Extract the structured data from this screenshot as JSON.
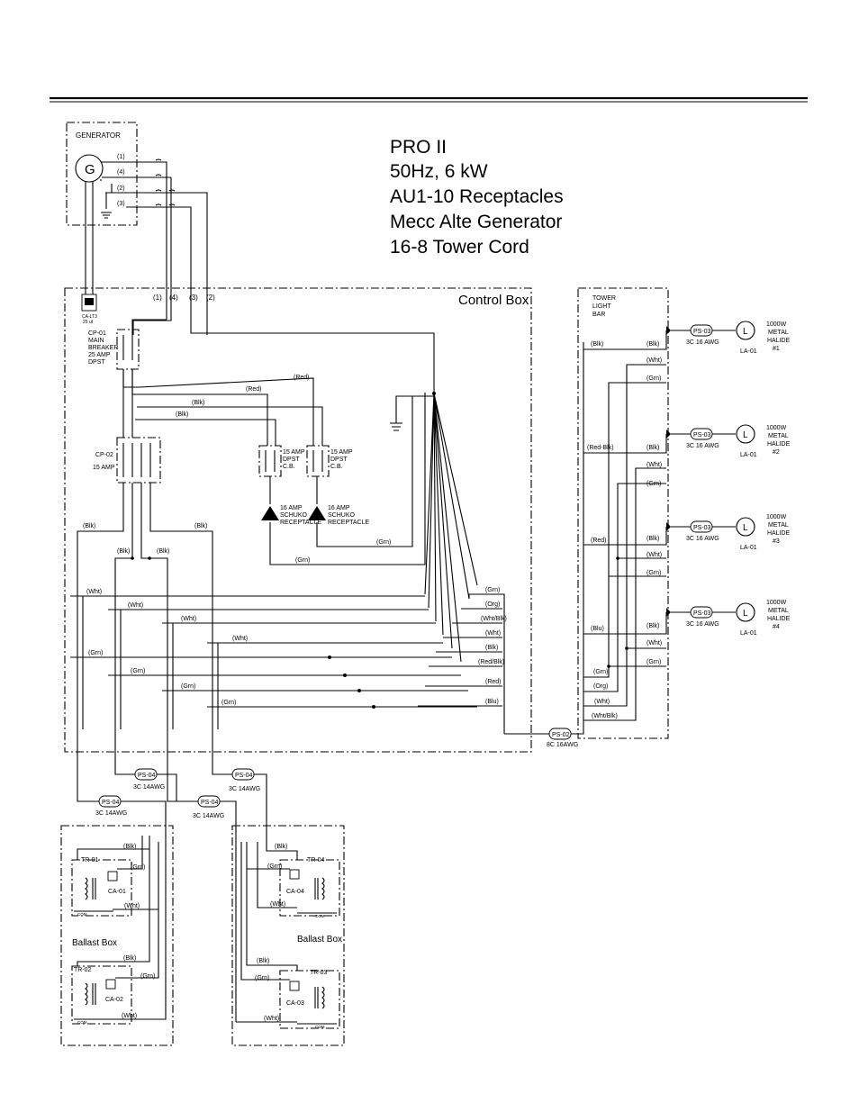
{
  "title_lines": [
    "PRO II",
    "50Hz, 6 kW",
    "AU1-10 Receptacles",
    "Mecc Alte Generator",
    "16-8 Tower Cord"
  ],
  "generator": {
    "label": "GENERATOR",
    "symbol": "G",
    "terminals": [
      "(1)",
      "(4)",
      "(2)",
      "(3)"
    ],
    "capacitor": "CA-LT3\n25 uf"
  },
  "control_box": {
    "label": "Control Box",
    "top_wire_labels": [
      "(1)",
      "(4)",
      "(3)",
      "(2)"
    ]
  },
  "main_breaker": {
    "id": "CP-01",
    "lines": [
      "MAIN",
      "BREAKER",
      "25 AMP",
      "DPST"
    ]
  },
  "breaker_cp02": {
    "id": "CP-02",
    "rating": "15 AMP"
  },
  "dpst_breakers": [
    {
      "lines": [
        "15 AMP",
        "DPST",
        "C.B."
      ]
    },
    {
      "lines": [
        "15 AMP",
        "DPST",
        "C.B."
      ]
    }
  ],
  "receptacles": [
    {
      "lines": [
        "16 AMP",
        "SCHUKO",
        "RECEPTACLE"
      ]
    },
    {
      "lines": [
        "16 AMP",
        "SCHUKO",
        "RECEPTACLE"
      ]
    }
  ],
  "wire_labels": {
    "red1": "(Red)",
    "red2": "(Red)",
    "blk1": "(Blk)",
    "blk2": "(Blk)",
    "grn_a": "(Grn)",
    "grn_b": "(Grn)",
    "cp02_blk_left": "(Blk)",
    "cp02_blk_right": "(Blk)",
    "cp02_blk_l2": "(Blk)",
    "cp02_blk_r2": "(Blk)",
    "bus_wht1": "(Wht)",
    "bus_wht2": "(Wht)",
    "bus_wht3": "(Wht)",
    "bus_wht4": "(Wht)",
    "bus_grn1": "(Grn)",
    "bus_grn2": "(Grn)",
    "bus_grn3": "(Grn)",
    "bus_grn4": "(Grn)"
  },
  "tower_cord_conductors": [
    "(Grn)",
    "(Org)",
    "(Wht/Blk)",
    "(Wht)",
    "(Blk)",
    "(Red/Blk)",
    "(Red)",
    "(Blu)"
  ],
  "tower_cord": {
    "id": "PS-02",
    "spec": "8C 16AWG"
  },
  "tower_light_bar": {
    "lines": [
      "TOWER",
      "LIGHT",
      "BAR"
    ]
  },
  "tower_left_labels": [
    "(Blk)",
    "(Red-Blk)",
    "(Red)",
    "(Blu)",
    "(Grn)",
    "(Org)",
    "(Wht)",
    "(Wht/Blk)"
  ],
  "lamps": [
    {
      "cable": "PS-03",
      "spec": "3C 16 AWG",
      "id": "LA-01",
      "symbol": "L",
      "desc": [
        "1000W",
        "METAL",
        "HALIDE",
        "#1"
      ],
      "wires": [
        "(Blk)",
        "(Wht)",
        "(Grn)"
      ]
    },
    {
      "cable": "PS-03",
      "spec": "3C 16 AWG",
      "id": "LA-01",
      "symbol": "L",
      "desc": [
        "1000W",
        "METAL",
        "HALIDE",
        "#2"
      ],
      "wires": [
        "(Blk)",
        "(Wht)",
        "(Grn)"
      ]
    },
    {
      "cable": "PS-03",
      "spec": "3C 16 AWG",
      "id": "LA-01",
      "symbol": "L",
      "desc": [
        "1000W",
        "METAL",
        "HALIDE",
        "#3"
      ],
      "wires": [
        "(Blk)",
        "(Wht)",
        "(Grn)"
      ]
    },
    {
      "cable": "PS-03",
      "spec": "3C 16 AWG",
      "id": "LA-01",
      "symbol": "L",
      "desc": [
        "1000W",
        "METAL",
        "HALIDE",
        "#4"
      ],
      "wires": [
        "(Blk)",
        "(Wht)",
        "(Grn)"
      ]
    }
  ],
  "ballast_cables": [
    {
      "id": "PS-04",
      "spec": "3C 14AWG"
    },
    {
      "id": "PS-04",
      "spec": "3C 14AWG"
    },
    {
      "id": "PS-04",
      "spec": "3C 14AWG"
    },
    {
      "id": "PS-04",
      "spec": "3C 14AWG"
    }
  ],
  "ballast_boxes": [
    {
      "label": "Ballast Box",
      "units": [
        {
          "tr": "TR-01",
          "ca": "CA-01",
          "wires": [
            "(Blk)",
            "(Grn)",
            "(Wht)"
          ]
        },
        {
          "tr": "TR-02",
          "ca": "CA-02",
          "wires": [
            "(Blk)",
            "(Grn)",
            "(Wht)"
          ]
        }
      ]
    },
    {
      "label": "Ballast Box",
      "units": [
        {
          "tr": "TR-04",
          "ca": "CA-04",
          "wires": [
            "(Blk)",
            "(Grn)",
            "(Wht)"
          ]
        },
        {
          "tr": "TR-03",
          "ca": "CA-03",
          "wires": [
            "(Blk)",
            "(Grn)",
            "(Wht)"
          ]
        }
      ]
    }
  ],
  "tap_labels": [
    "0W",
    "0W",
    "COM",
    "COM"
  ]
}
